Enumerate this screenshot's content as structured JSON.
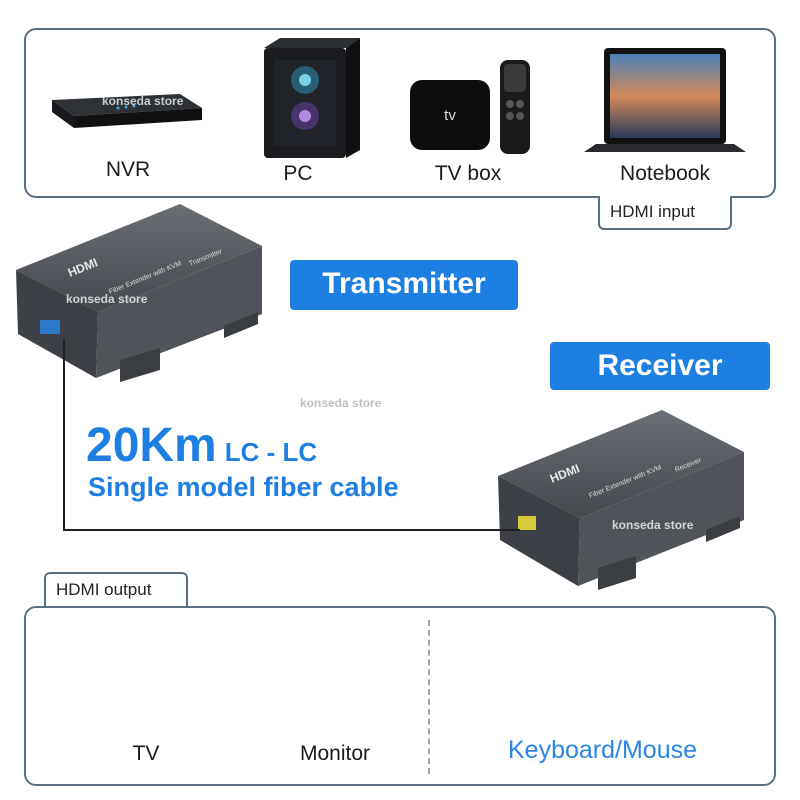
{
  "input_devices": [
    {
      "label": "NVR"
    },
    {
      "label": "PC"
    },
    {
      "label": "TV box"
    },
    {
      "label": "Notebook"
    }
  ],
  "hdmi_input_tag": "HDMI input",
  "hdmi_output_tag": "HDMI output",
  "transmitter_label": "Transmitter",
  "receiver_label": "Receiver",
  "distance": "20Km",
  "connector": "LC - LC",
  "cable_description": "Single model fiber cable",
  "device_branding": {
    "logo": "HDMI",
    "product_name": "Fiber Extender with KVM",
    "transmitter_text": "Transmitter",
    "receiver_text": "Receiver"
  },
  "tv_box_text": "tv",
  "output_devices": [
    {
      "label": "TV"
    },
    {
      "label": "Monitor"
    }
  ],
  "peripherals_label": "Keyboard/Mouse",
  "watermark": "konseda store",
  "colors": {
    "accent_blue": "#1e7fe3",
    "panel_border": "#5a6f82",
    "device_gray": "#5b5f66"
  }
}
